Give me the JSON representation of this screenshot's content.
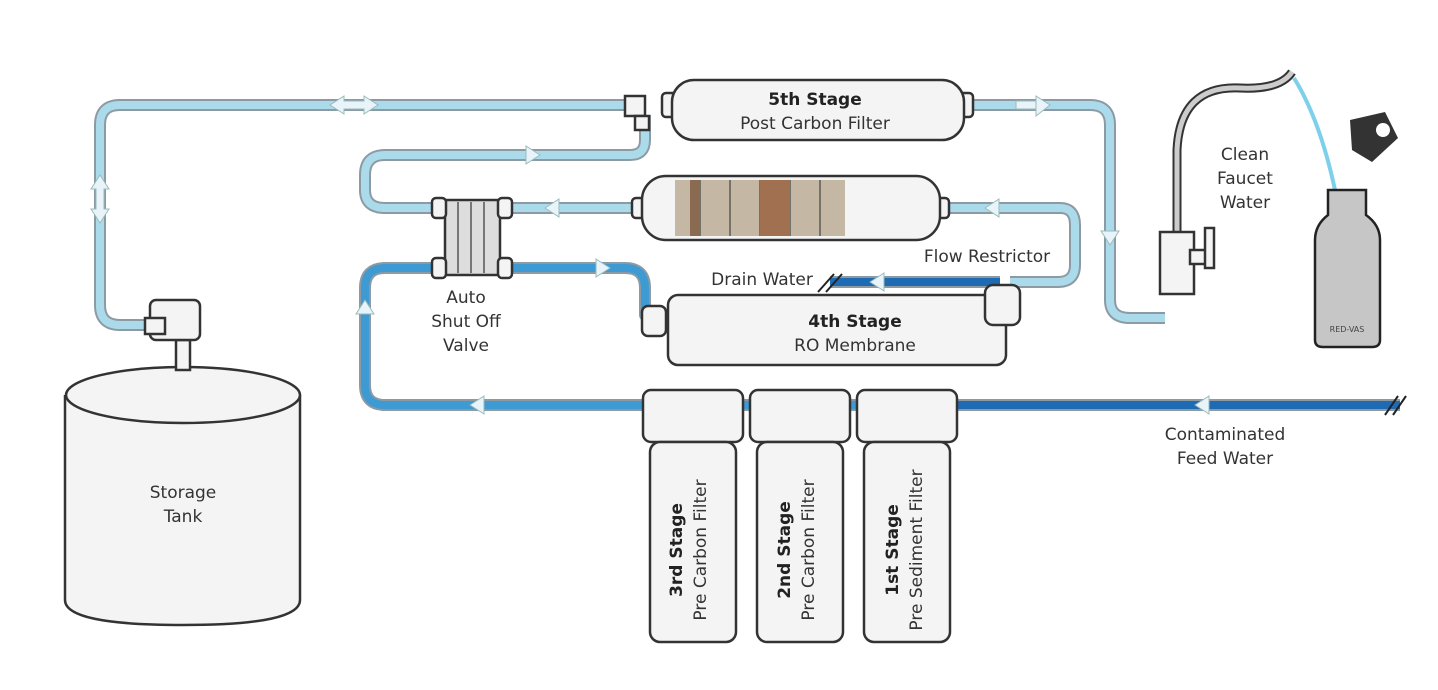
{
  "labels": {
    "stage5_title": "5th Stage",
    "stage5_sub": "Post Carbon Filter",
    "faucet_1": "Clean",
    "faucet_2": "Faucet",
    "faucet_3": "Water",
    "flow_restrictor": "Flow Restrictor",
    "drain_water": "Drain Water",
    "stage4_title": "4th Stage",
    "stage4_sub": "RO Membrane",
    "valve_1": "Auto",
    "valve_2": "Shut Off",
    "valve_3": "Valve",
    "tank_1": "Storage",
    "tank_2": "Tank",
    "feed_1": "Contaminated",
    "feed_2": "Feed Water",
    "stage3_title": "3rd Stage",
    "stage3_sub": "Pre Carbon Filter",
    "stage2_title": "2nd Stage",
    "stage2_sub": "Pre Carbon Filter",
    "stage1_title": "1st Stage",
    "stage1_sub": "Pre Sediment Filter",
    "bottle_brand": "RED-VAS"
  },
  "colors": {
    "clean_water": "#abdbea",
    "filtered_water": "#3d9ad2",
    "feed_water": "#1f6bb3"
  }
}
